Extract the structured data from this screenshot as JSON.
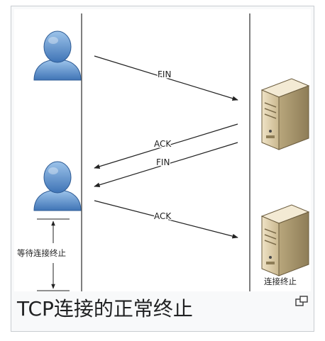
{
  "diagram": {
    "messages": {
      "fin_1": "FIN",
      "ack_1": "ACK",
      "fin_2": "FIN",
      "ack_2": "ACK"
    },
    "wait_label": "等待连接终止",
    "server_closed_label": "连接终止"
  },
  "caption": {
    "text": "TCP连接的正常终止"
  },
  "icons": {
    "client": "user-icon",
    "server": "server-icon",
    "enlarge": "magnify-icon"
  },
  "colors": {
    "arrow": "#222222",
    "lifeline": "#555555",
    "user_body": "#5b8ec9",
    "server_body": "#d9c9a3"
  }
}
